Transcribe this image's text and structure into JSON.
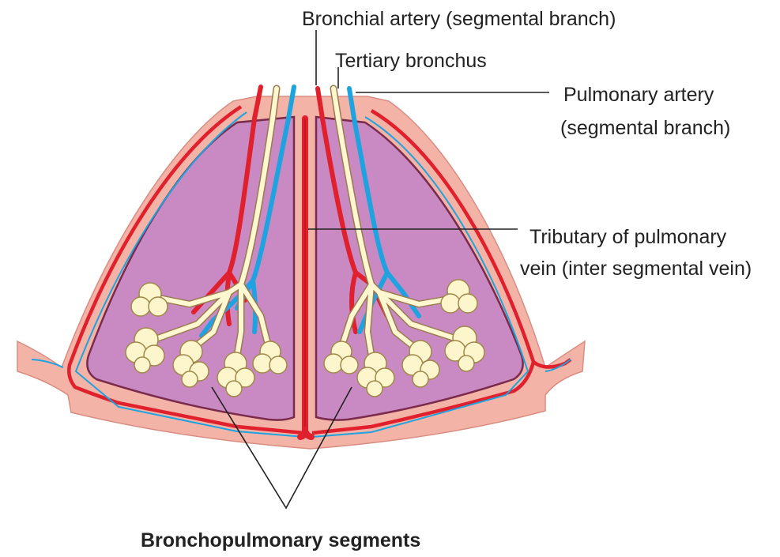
{
  "labels": {
    "bronchial_artery": "Bronchial artery (segmental branch)",
    "tertiary_bronchus": "Tertiary bronchus",
    "pulmonary_artery_line1": "Pulmonary artery",
    "pulmonary_artery_line2": "(segmental branch)",
    "tributary_line1": "Tributary of pulmonary",
    "tributary_line2": "vein (inter segmental vein)",
    "segments": "Bronchopulmonary segments"
  },
  "colors": {
    "pleura": "#f3b3a6",
    "segment": "#c98ac3",
    "artery_red": "#e0202c",
    "vessel_blue": "#1fa3e0",
    "bronchus": "#fff7cf",
    "alveoli": "#fdf6cc",
    "outline": "#7a2a4a"
  }
}
